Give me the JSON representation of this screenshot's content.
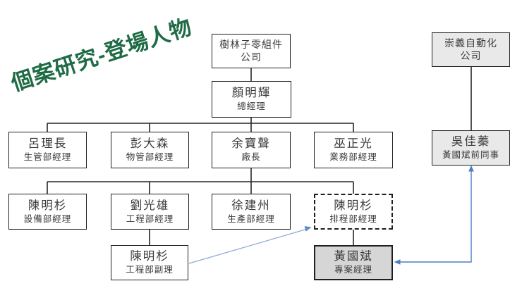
{
  "title": "個案研究-登場人物",
  "colors": {
    "title_green": "#1F6B45",
    "connector_black": "#262626",
    "arrow_blue": "#4D7EBF",
    "arrow_light_blue": "#8BA9D6",
    "gray_fill": "#E9E9E9",
    "highlight_fill": "#D6D6D6"
  },
  "nodes": {
    "shulin": {
      "line1": "樹林子零組件",
      "line2": "公司"
    },
    "yan": {
      "name": "顏明輝",
      "title": "總經理"
    },
    "lu": {
      "name": "呂理長",
      "title": "生管部經理"
    },
    "peng": {
      "name": "彭大森",
      "title": "物管部經理"
    },
    "yu": {
      "name": "余寶聲",
      "title": "廠長"
    },
    "wu_zheng": {
      "name": "巫正光",
      "title": "業務部經理"
    },
    "chen_equip": {
      "name": "陳明杉",
      "title": "設備部經理"
    },
    "liu": {
      "name": "劉光雄",
      "title": "工程部經理"
    },
    "xu": {
      "name": "徐建州",
      "title": "生產部經理"
    },
    "chen_sched": {
      "name": "陳明杉",
      "title": "排程部經理"
    },
    "chen_deputy": {
      "name": "陳明杉",
      "title": "工程部副理"
    },
    "huang": {
      "name": "黃國斌",
      "title": "專案經理"
    },
    "chongyi": {
      "line1": "崇義自動化",
      "line2": "公司"
    },
    "wu_jia": {
      "name": "吳佳蓁",
      "title": "黃國斌前同事"
    }
  }
}
